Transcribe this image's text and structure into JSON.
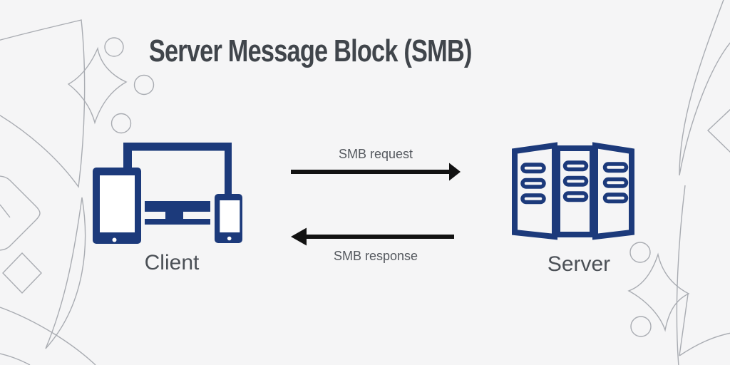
{
  "title": "Server Message Block (SMB)",
  "client": {
    "label": "Client",
    "icons": [
      "monitor-icon",
      "tablet-icon",
      "smartphone-icon"
    ]
  },
  "server": {
    "label": "Server",
    "icon": "server-racks-icon"
  },
  "flow": {
    "request_label": "SMB request",
    "response_label": "SMB response"
  },
  "colors": {
    "background": "#f5f5f6",
    "icon_blue": "#1c3a7b",
    "arrow_black": "#121212",
    "title_text": "#40454b",
    "label_text": "#4b5056",
    "small_label_text": "#54585e",
    "decoration_outline": "#a9acb2"
  }
}
